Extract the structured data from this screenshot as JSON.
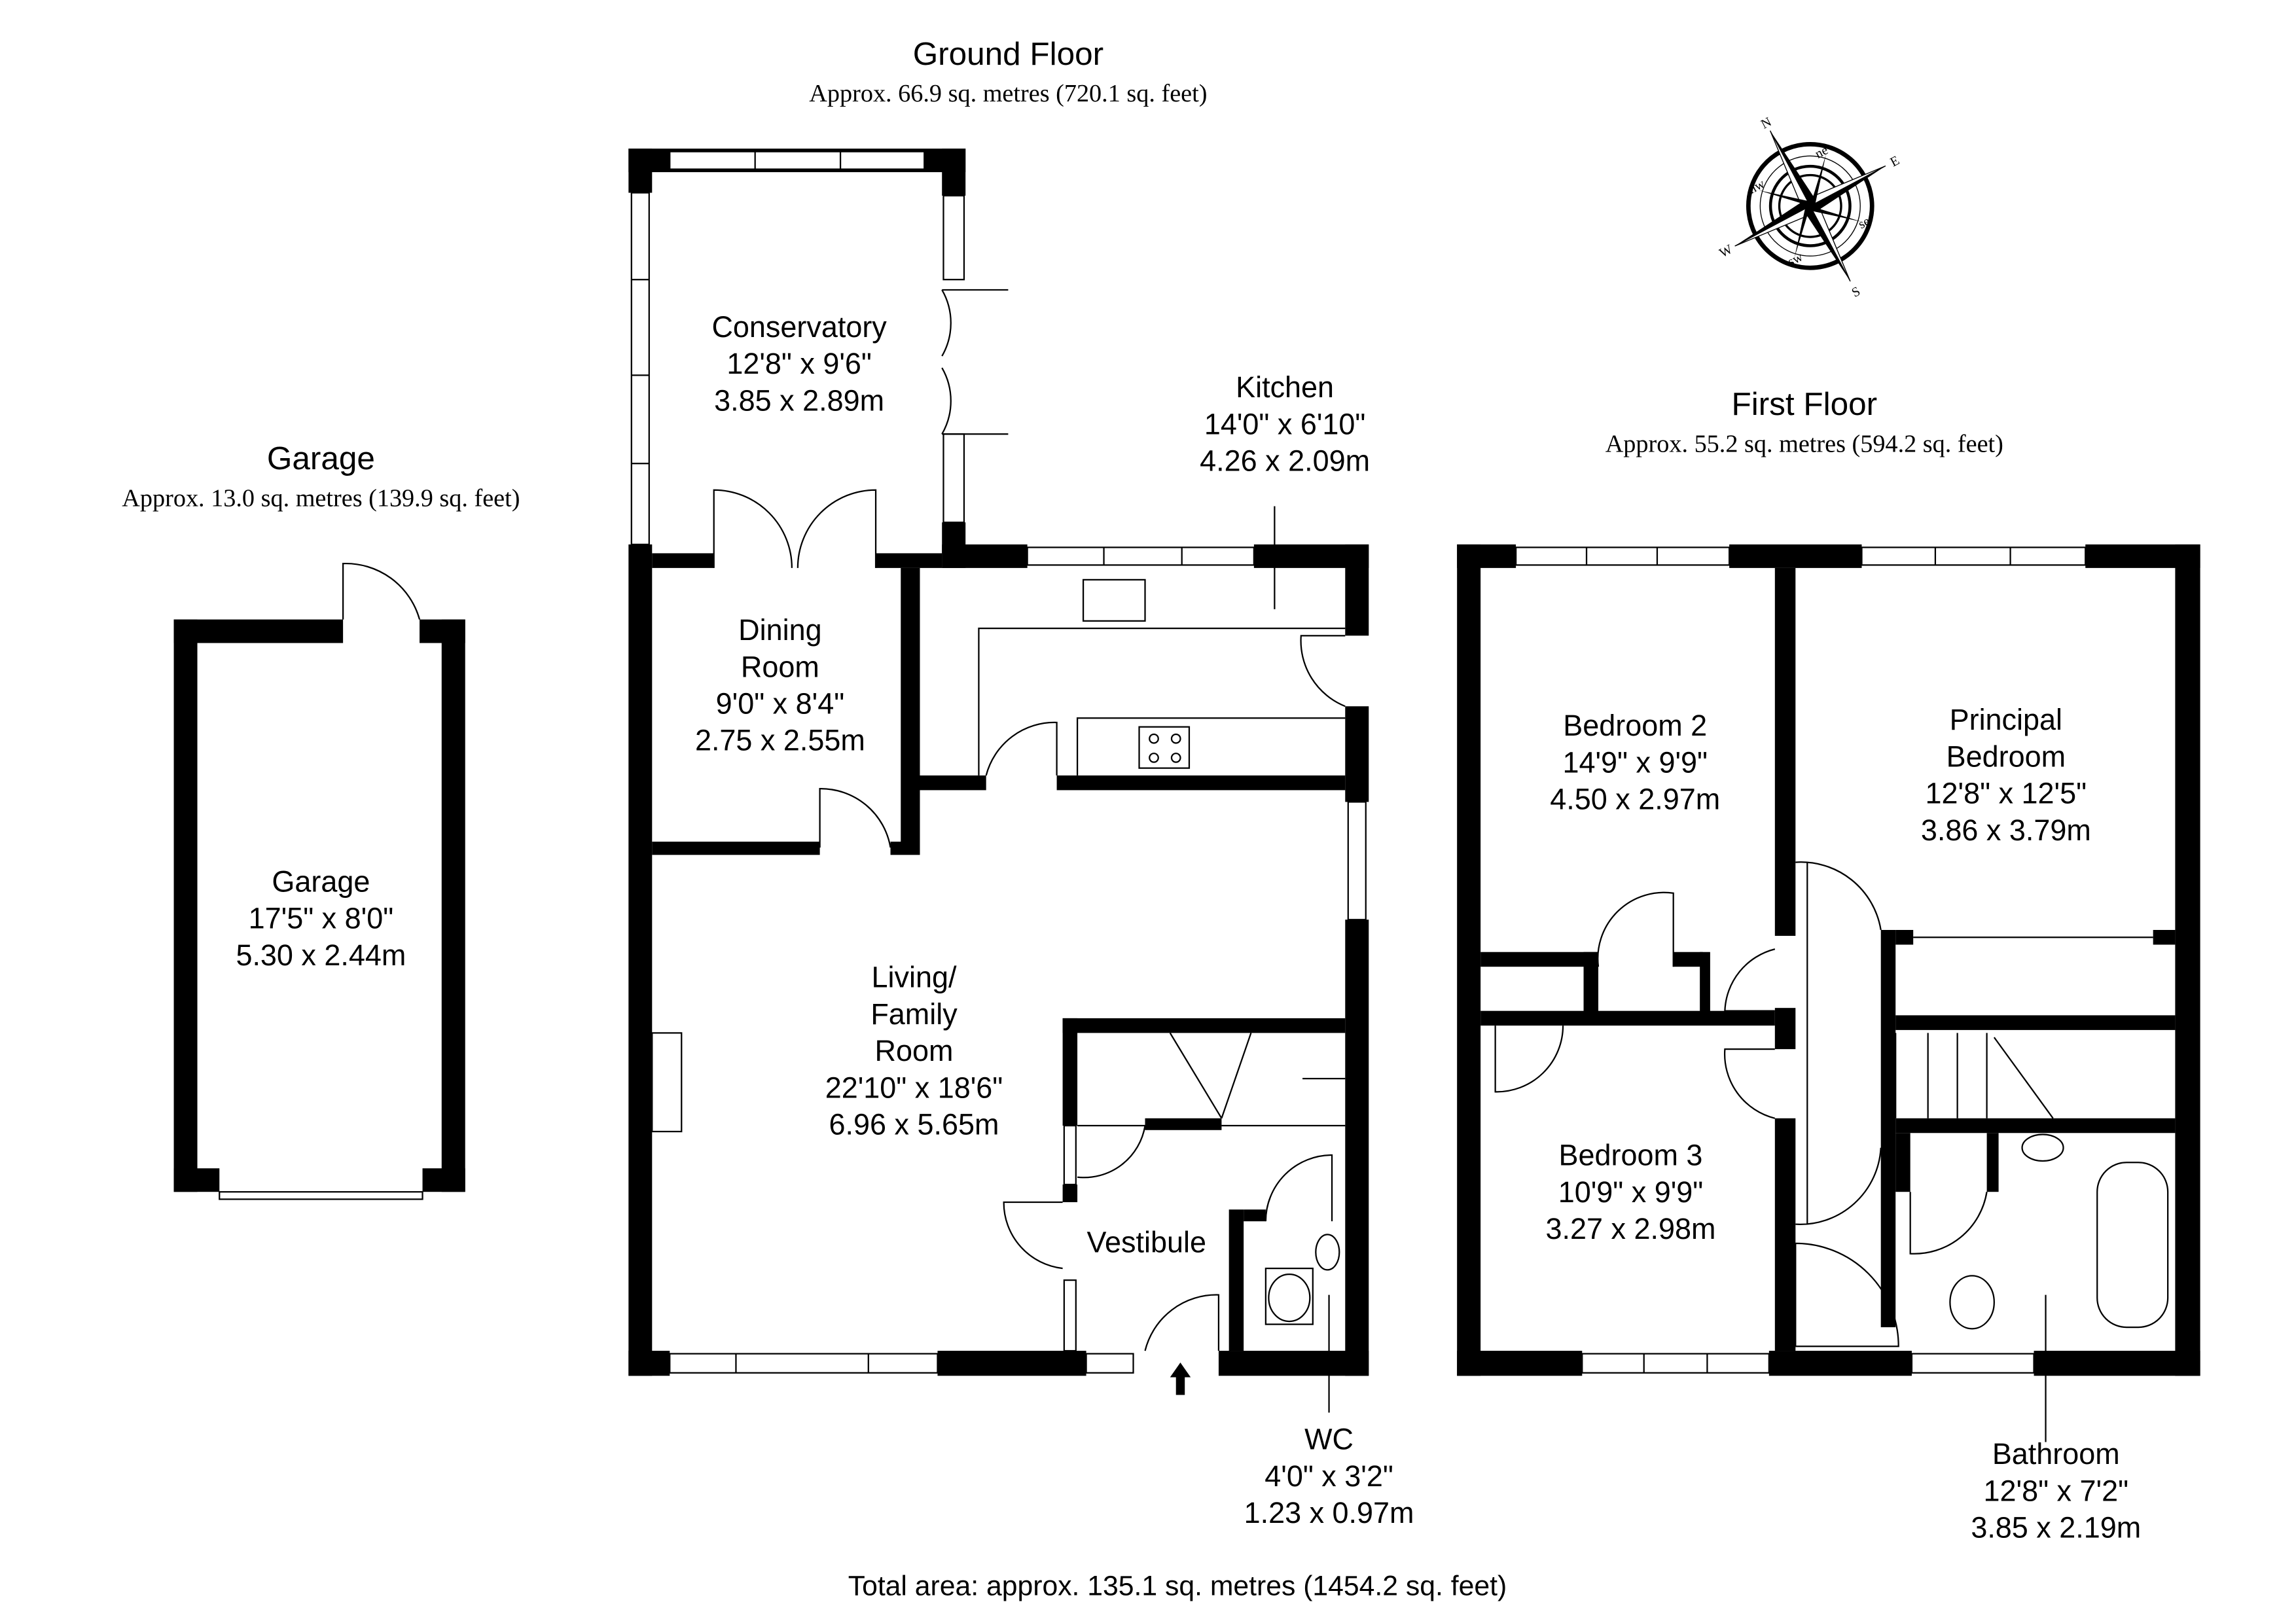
{
  "ground_floor": {
    "title": "Ground Floor",
    "area": "Approx. 66.9 sq. metres (720.1 sq. feet)"
  },
  "first_floor": {
    "title": "First Floor",
    "area": "Approx. 55.2 sq. metres (594.2 sq. feet)"
  },
  "garage_block": {
    "title": "Garage",
    "area": "Approx. 13.0 sq. metres (139.9 sq. feet)"
  },
  "rooms": {
    "garage": {
      "name": "Garage",
      "imperial": "17'5\" x 8'0\"",
      "metric": "5.30 x 2.44m"
    },
    "conservatory": {
      "name": "Conservatory",
      "imperial": "12'8\" x 9'6\"",
      "metric": "3.85 x 2.89m"
    },
    "kitchen": {
      "name": "Kitchen",
      "imperial": "14'0\" x 6'10\"",
      "metric": "4.26 x 2.09m"
    },
    "dining": {
      "name1": "Dining",
      "name2": "Room",
      "imperial": "9'0\" x 8'4\"",
      "metric": "2.75 x 2.55m"
    },
    "living": {
      "name1": "Living/",
      "name2": "Family",
      "name3": "Room",
      "imperial": "22'10\" x 18'6\"",
      "metric": "6.96 x 5.65m"
    },
    "vestibule": {
      "name": "Vestibule"
    },
    "wc": {
      "name": "WC",
      "imperial": "4'0\" x 3'2\"",
      "metric": "1.23 x 0.97m"
    },
    "bedroom2": {
      "name": "Bedroom 2",
      "imperial": "14'9\" x 9'9\"",
      "metric": "4.50 x 2.97m"
    },
    "principal": {
      "name1": "Principal",
      "name2": "Bedroom",
      "imperial": "12'8\" x 12'5\"",
      "metric": "3.86 x 3.79m"
    },
    "bedroom3": {
      "name": "Bedroom 3",
      "imperial": "10'9\" x 9'9\"",
      "metric": "3.27 x 2.98m"
    },
    "bathroom": {
      "name": "Bathroom",
      "imperial": "12'8\" x 7'2\"",
      "metric": "3.85 x 2.19m"
    }
  },
  "compass": {
    "n": "N",
    "e": "E",
    "s": "S",
    "w": "W",
    "ne": "ne",
    "se": "se",
    "sw": "sw",
    "nw": "nw"
  },
  "total_area": "Total area: approx. 135.1 sq. metres (1454.2 sq. feet)"
}
